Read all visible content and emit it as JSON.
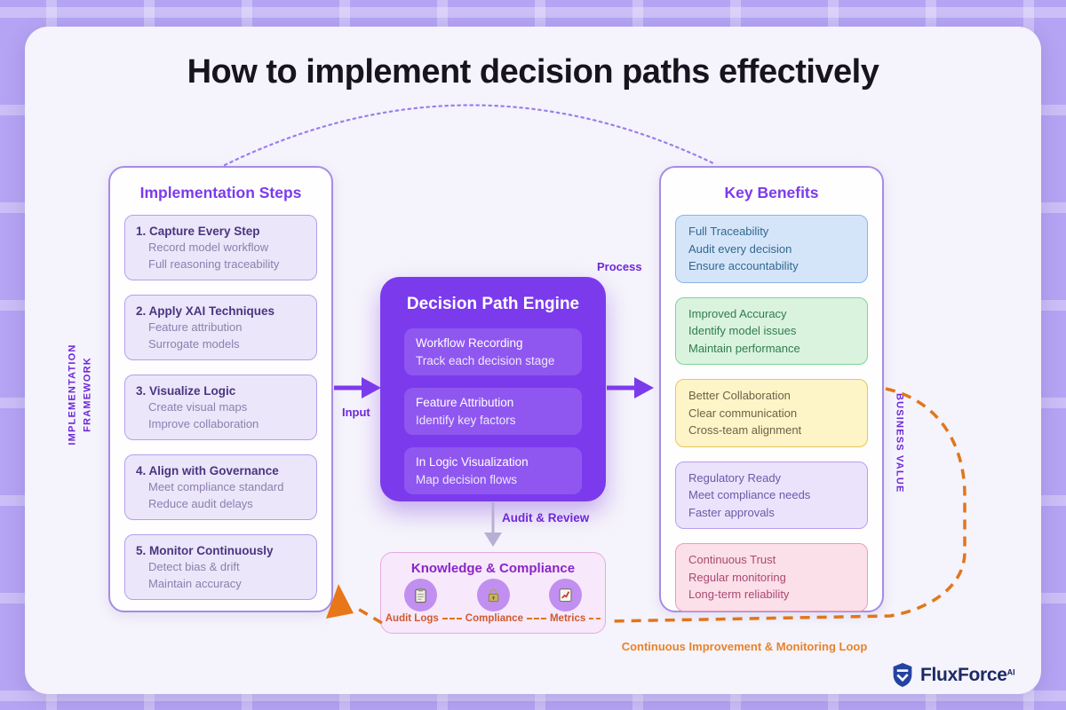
{
  "title": "How to implement decision paths effectively",
  "left_panel": {
    "title": "Implementation Steps",
    "vertical_lines": [
      "IMPLEMENTATION",
      "FRAMEWORK"
    ],
    "steps": [
      {
        "title": "1. Capture Every Step",
        "line1": "Record model workflow",
        "line2": "Full reasoning traceability"
      },
      {
        "title": "2. Apply XAI Techniques",
        "line1": "Feature attribution",
        "line2": "Surrogate models"
      },
      {
        "title": "3. Visualize Logic",
        "line1": "Create visual maps",
        "line2": "Improve collaboration"
      },
      {
        "title": "4. Align with Governance",
        "line1": "Meet compliance standard",
        "line2": "Reduce audit delays"
      },
      {
        "title": "5. Monitor Continuously",
        "line1": "Detect bias & drift",
        "line2": "Maintain accuracy"
      }
    ]
  },
  "engine": {
    "title": "Decision Path Engine",
    "items": [
      {
        "title": "Workflow Recording",
        "subtitle": "Track each decision stage"
      },
      {
        "title": "Feature Attribution",
        "subtitle": "Identify key factors"
      },
      {
        "title": "In Logic Visualization",
        "subtitle": "Map decision flows"
      }
    ],
    "label_input": "Input",
    "label_process": "Process",
    "label_audit": "Audit & Review"
  },
  "right_panel": {
    "title": "Key Benefits",
    "vertical_label": "BUSINESS VALUE",
    "benefits": [
      {
        "line1": "Full Traceability",
        "line2": "Audit every decision",
        "line3": "Ensure accountability"
      },
      {
        "line1": "Improved Accuracy",
        "line2": "Identify model issues",
        "line3": "Maintain performance"
      },
      {
        "line1": "Better Collaboration",
        "line2": "Clear communication",
        "line3": "Cross-team alignment"
      },
      {
        "line1": "Regulatory Ready",
        "line2": "Meet compliance needs",
        "line3": "Faster approvals"
      },
      {
        "line1": "Continuous Trust",
        "line2": "Regular monitoring",
        "line3": "Long-term reliability"
      }
    ]
  },
  "knowledge": {
    "title": "Knowledge & Compliance",
    "labels": [
      "Audit Logs",
      "Compliance",
      "Metrics"
    ]
  },
  "loop_label": "Continuous Improvement & Monitoring Loop",
  "brand": {
    "name": "FluxForce",
    "suffix": "AI"
  },
  "colors": {
    "page_background": "#b5a4f3",
    "card_background": "#f5f3fb",
    "accent_purple": "#7c3aed",
    "panel_border": "#a58ce6",
    "step_card_bg": "#ece6fa",
    "benefit_blue": "#d5e5f9",
    "benefit_green": "#daf3de",
    "benefit_yellow": "#fdf4c7",
    "benefit_purple": "#eae3fb",
    "benefit_pink": "#fbdfe9",
    "knowledge_bg": "#f8e8fb",
    "loop_orange": "#e0761c",
    "brand_navy": "#1b2a66"
  }
}
